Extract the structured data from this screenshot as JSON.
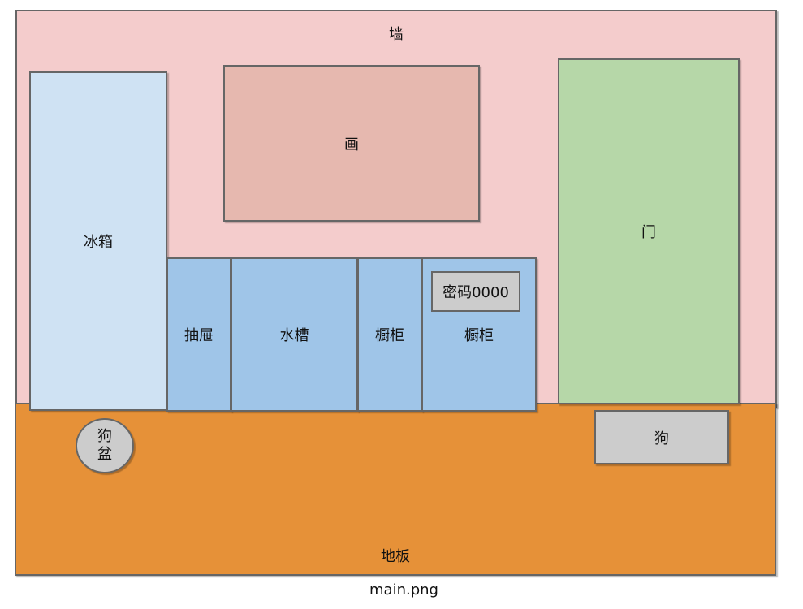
{
  "wall": "墙",
  "painting": "画",
  "door": "门",
  "fridge": "冰箱",
  "drawer": "抽屉",
  "sink": "水槽",
  "cabinet1": "橱柜",
  "cabinet2": "橱柜",
  "password": "密码0000",
  "floor": "地板",
  "dog": "狗",
  "dog_bowl": "狗\n盆",
  "caption": "main.png",
  "colors": {
    "wall": "#f4cccc",
    "painting": "#e6b8af",
    "door": "#b6d7a8",
    "fridge": "#cfe2f3",
    "cabinets": "#9fc5e8",
    "floor": "#e69138",
    "gray": "#cccccc"
  }
}
